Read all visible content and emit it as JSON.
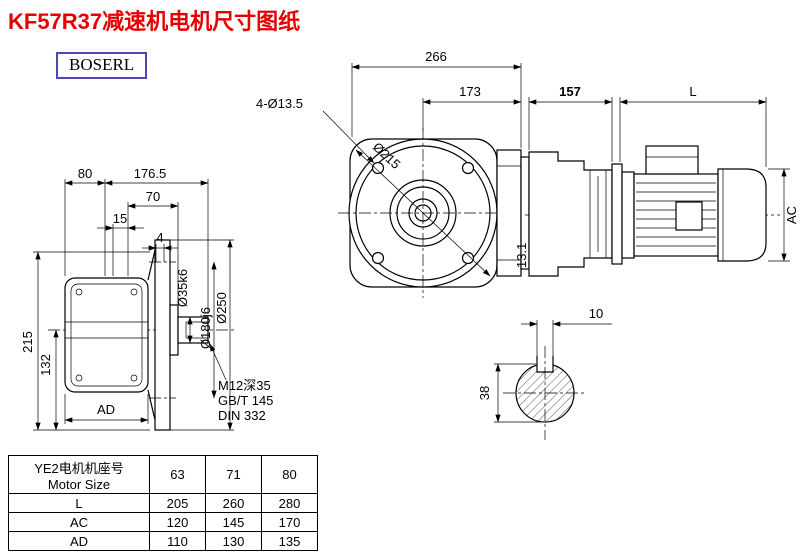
{
  "page": {
    "title": "KF57R37减速机电机尺寸图纸",
    "brand": "BOSERL"
  },
  "colors": {
    "title": "#e60000",
    "logo_border": "#4a4ab0"
  },
  "front_view": {
    "overall_width": "266",
    "flange_to_face": "173",
    "bolt_holes": "4-Ø13.5",
    "bolt_circle": "Ø215",
    "edge_dim": "13.1"
  },
  "motor_view": {
    "gear_length": "157",
    "motor_length": "L",
    "motor_height": "AC"
  },
  "side_view": {
    "dim_80": "80",
    "dim_176_5": "176.5",
    "dim_70": "70",
    "dim_15": "15",
    "dim_4": "4",
    "dim_215": "215",
    "dim_132": "132",
    "dim_ad": "AD",
    "shaft_dia": "Ø35k6",
    "pilot_dia": "Ø180j6",
    "flange_dia": "Ø250",
    "tap_note_1": "M12深35",
    "tap_note_2": "GB/T 145",
    "tap_note_3": "DIN 332"
  },
  "key_section": {
    "key_width": "10",
    "shaft_dim": "38"
  },
  "table": {
    "header": {
      "label_cn": "YE2电机机座号",
      "label_en": "Motor Size",
      "sizes": [
        "63",
        "71",
        "80"
      ]
    },
    "rows": [
      {
        "label": "L",
        "values": [
          "205",
          "260",
          "280"
        ]
      },
      {
        "label": "AC",
        "values": [
          "120",
          "145",
          "170"
        ]
      },
      {
        "label": "AD",
        "values": [
          "110",
          "130",
          "135"
        ]
      }
    ]
  }
}
